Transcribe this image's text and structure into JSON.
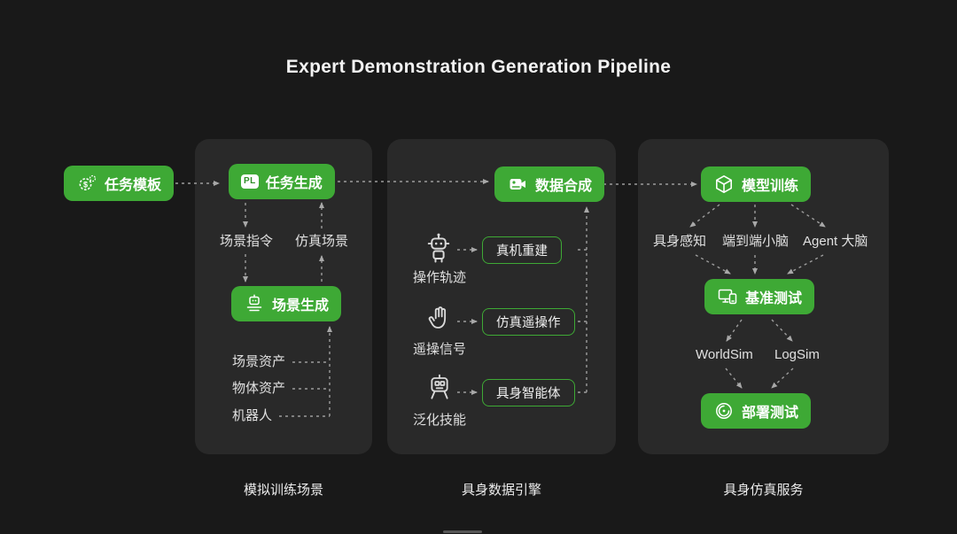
{
  "title": "Expert Demonstration Generation Pipeline",
  "colors": {
    "background": "#191919",
    "panel": "#292929",
    "green": "#3EA935",
    "text": "#f2f2f2"
  },
  "start": {
    "label": "任务模板"
  },
  "panel1": {
    "caption": "模拟训练场景",
    "pl_badge": "PL",
    "task_gen": "任务生成",
    "scene_cmd": "场景指令",
    "sim_scene": "仿真场景",
    "scene_gen": "场景生成",
    "scene_asset": "场景资产",
    "object_asset": "物体资产",
    "robot": "机器人"
  },
  "panel2": {
    "caption": "具身数据引擎",
    "data_syn": "数据合成",
    "rows": [
      {
        "source": "操作轨迹",
        "target": "真机重建"
      },
      {
        "source": "遥操信号",
        "target": "仿真遥操作"
      },
      {
        "source": "泛化技能",
        "target": "具身智能体"
      }
    ]
  },
  "panel3": {
    "caption": "具身仿真服务",
    "model_train": "模型训练",
    "perception": "具身感知",
    "e2e": "端到端小脑",
    "agent": "Agent 大脑",
    "benchmark": "基准测试",
    "worldsim": "WorldSim",
    "logsim": "LogSim",
    "deploy": "部署测试"
  }
}
